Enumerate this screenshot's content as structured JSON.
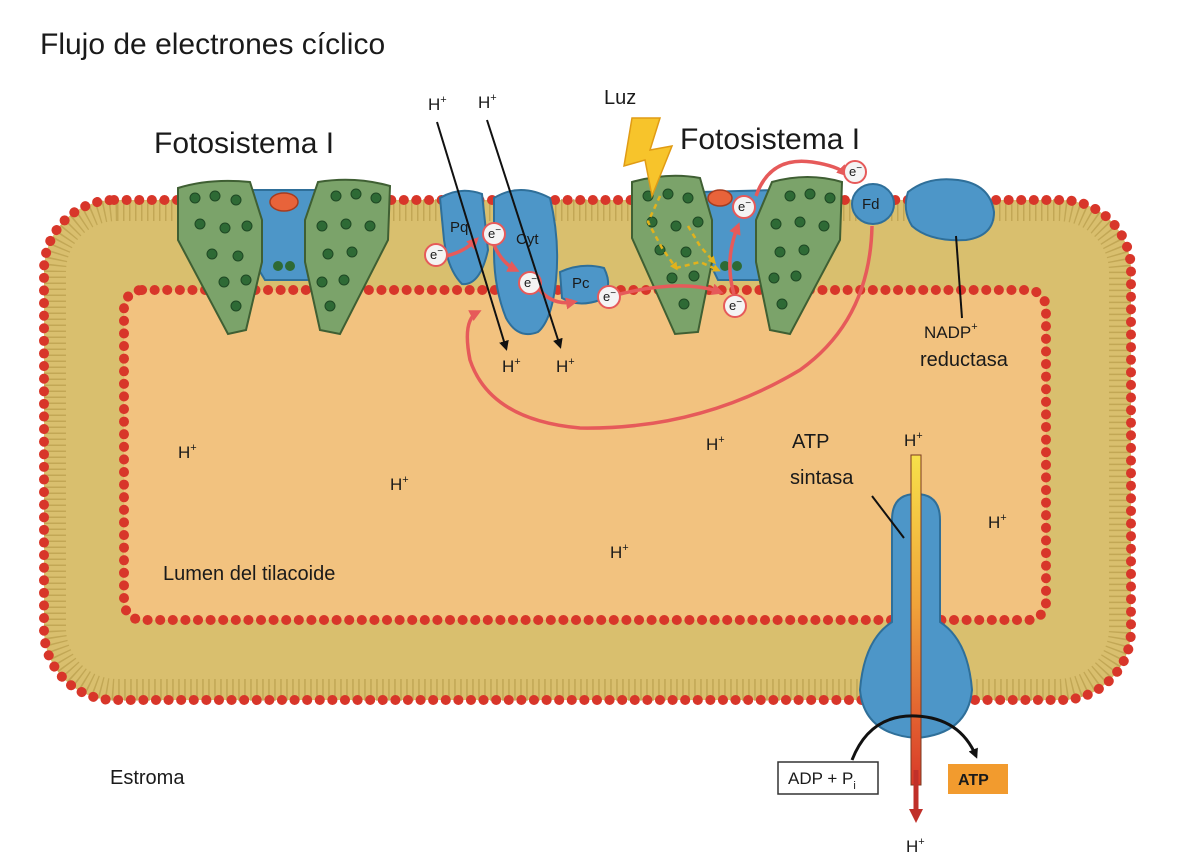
{
  "title": "Flujo de electrones cíclico",
  "photosystem_left_label": "Fotosistema I",
  "photosystem_right_label": "Fotosistema I",
  "light_label": "Luz",
  "proteins": {
    "pq": "Pq",
    "cyt": "Cyt",
    "pc": "Pc",
    "fd": "Fd"
  },
  "electron_label": "e",
  "electron_charge": "−",
  "proton": {
    "base": "H",
    "charge": "+"
  },
  "nadp_reductase": {
    "line1": "NADP",
    "sup": "+",
    "line2": "reductasa"
  },
  "atp_synthase": {
    "line1": "ATP",
    "line2": "sintasa"
  },
  "lumen_label": "Lumen del tilacoide",
  "stroma_label": "Estroma",
  "adp_box": {
    "text": "ADP + P",
    "sub": "i"
  },
  "atp_box": "ATP",
  "colors": {
    "lumen": "#f2c27f",
    "lipid_head": "#d8362a",
    "lipid_tail": "#d9bf6e",
    "photosystem": "#7ba36a",
    "dot": "#2e6a35",
    "protein": "#4d96c8",
    "electron_path": "#e65a5a",
    "light": "#f7c42b",
    "atp_box": "#f29b2e"
  }
}
